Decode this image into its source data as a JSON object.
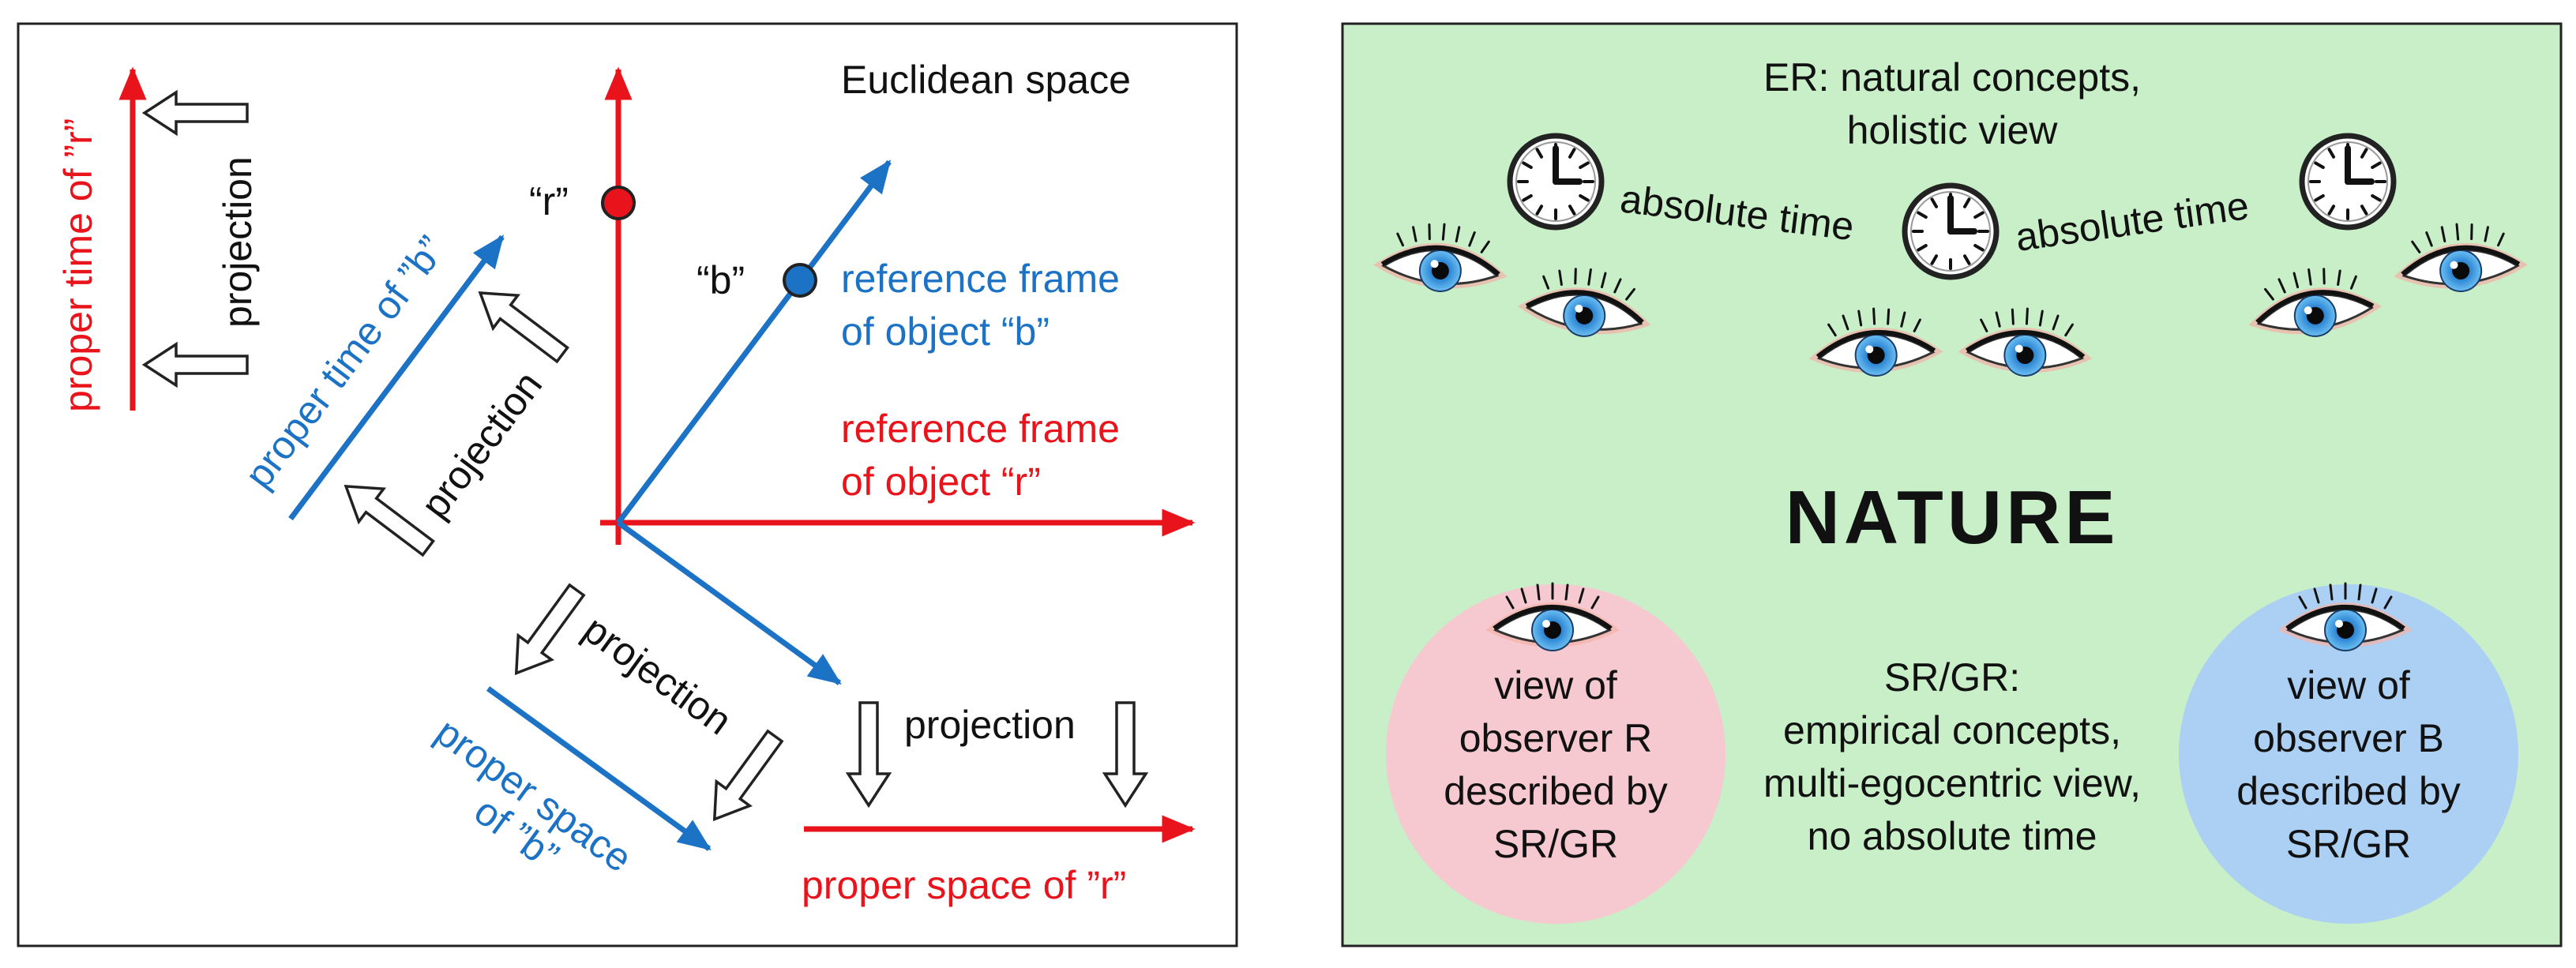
{
  "colors": {
    "red": "#e8131b",
    "blue": "#1c72c4",
    "black": "#111111",
    "nature_bg": "#c8efc8",
    "circle_r_fill": "#f6c9d0",
    "circle_b_fill": "#acd0f4"
  },
  "left_panel": {
    "title": "Euclidean space",
    "point_r_label": "“r”",
    "point_b_label": "“b”",
    "frame_b_line1": "reference frame",
    "frame_b_line2": "of object “b”",
    "frame_r_line1": "reference frame",
    "frame_r_line2": "of object “r”",
    "proper_time_r": "proper time of ”r”",
    "proper_time_b": "proper time of ”b”",
    "proper_space_b_line1": "proper space",
    "proper_space_b_line2": "of ”b”",
    "proper_space_r": "proper space of ”r”",
    "projection": "projection"
  },
  "right_panel": {
    "header_line1": "ER: natural concepts,",
    "header_line2": "holistic view",
    "absolute_time": "absolute time",
    "nature": "NATURE",
    "observer_r": [
      "view of",
      "observer R",
      "described by",
      "SR/GR"
    ],
    "observer_b": [
      "view of",
      "observer B",
      "described by",
      "SR/GR"
    ],
    "middle": [
      "SR/GR:",
      "empirical concepts,",
      "multi-egocentric view,",
      "no absolute time"
    ],
    "icons": [
      "clock-icon",
      "eye-icon"
    ]
  }
}
